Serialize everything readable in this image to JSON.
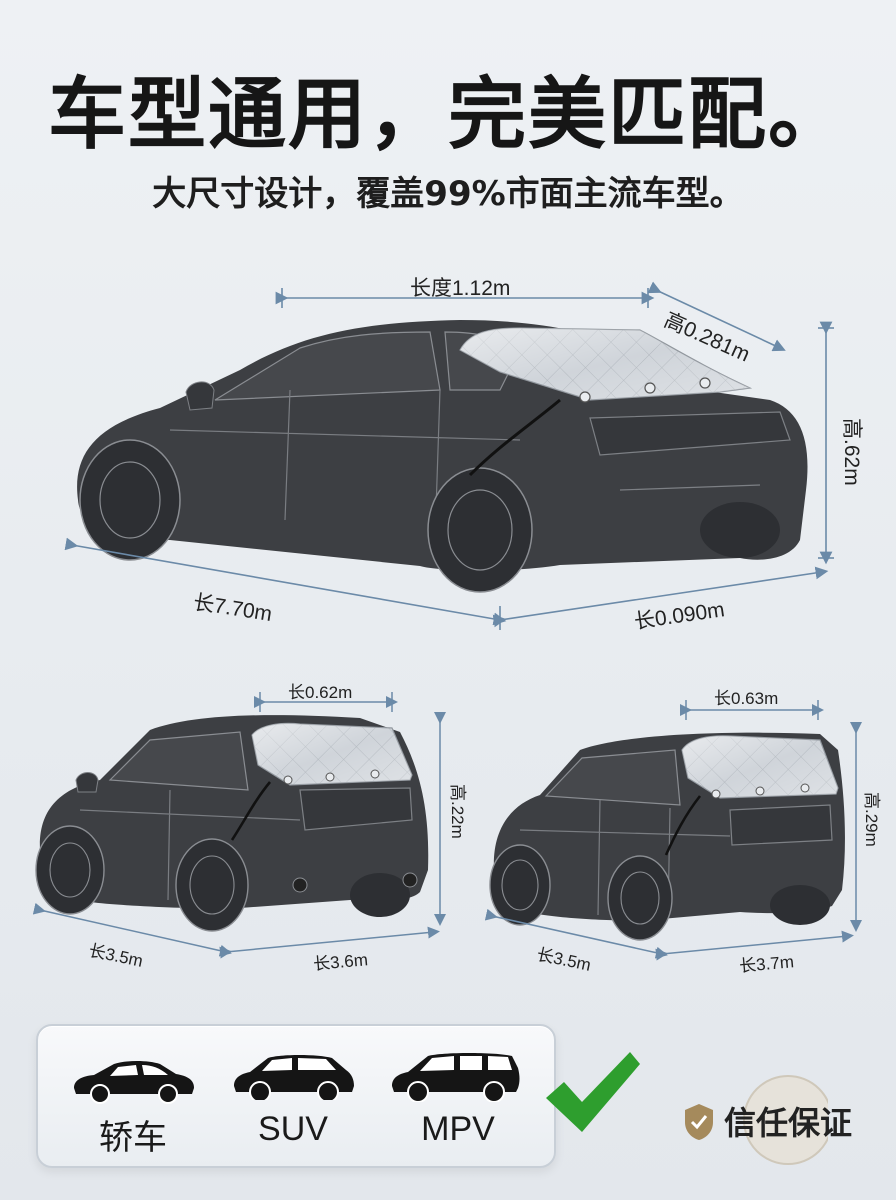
{
  "header": {
    "title": "车型通用，完美匹配。",
    "subtitle": "大尺寸设计，覆盖99%市面主流车型。"
  },
  "sedan_dims": {
    "top_length": "长度1.12m",
    "slant_height": "高0.281m",
    "side_height": "高.62m",
    "bottom_left": "长7.70m",
    "bottom_right": "长0.090m"
  },
  "suv_dims": {
    "top_length": "长0.62m",
    "side_height": "高.22m",
    "bottom_left": "长3.5m",
    "bottom_right": "长3.6m"
  },
  "mpv_dims": {
    "top_length": "长0.63m",
    "side_height": "高.29m",
    "bottom_left": "长3.5m",
    "bottom_right": "长3.7m"
  },
  "vehicle_types": [
    {
      "label": "轿车",
      "icon": "sedan-icon"
    },
    {
      "label": "SUV",
      "icon": "suv-icon"
    },
    {
      "label": "MPV",
      "icon": "mpv-icon"
    }
  ],
  "badge": {
    "label": "信任保证",
    "icon": "shield-icon"
  },
  "check_icon": "checkmark-icon",
  "colors": {
    "car_body": "#3d3f43",
    "cover": "#c9ced4",
    "dimension_line": "#6b8aa8",
    "check_green": "#2e9e2e"
  }
}
